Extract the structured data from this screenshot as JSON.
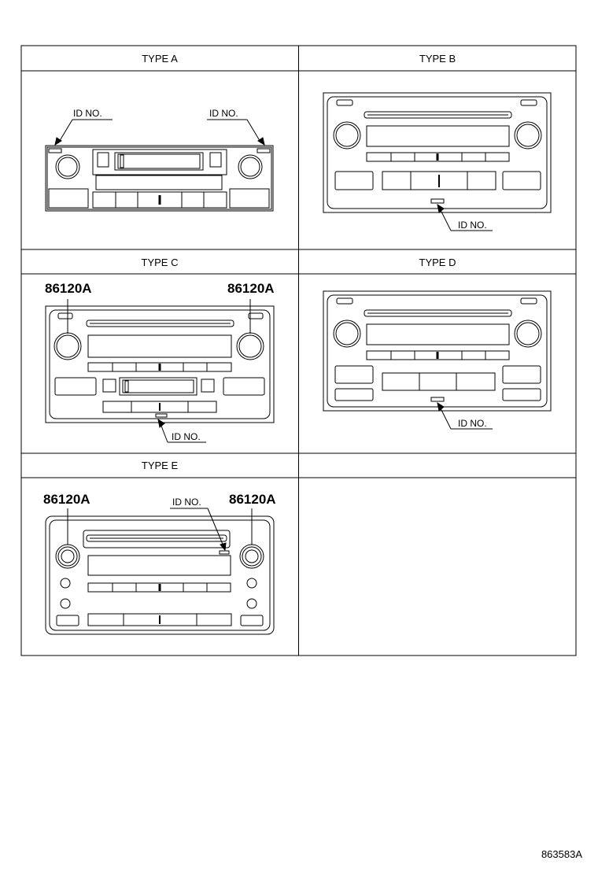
{
  "types": {
    "a": {
      "title": "TYPE A",
      "id_labels": [
        "ID NO.",
        "ID NO."
      ]
    },
    "b": {
      "title": "TYPE B",
      "id_labels": [
        "ID NO."
      ]
    },
    "c": {
      "title": "TYPE C",
      "id_labels": [
        "ID NO."
      ],
      "part_labels": [
        "86120A",
        "86120A"
      ]
    },
    "d": {
      "title": "TYPE D",
      "id_labels": [
        "ID NO."
      ]
    },
    "e": {
      "title": "TYPE E",
      "id_labels": [
        "ID NO."
      ],
      "part_labels": [
        "86120A",
        "86120A"
      ]
    }
  },
  "reference": "863583A"
}
